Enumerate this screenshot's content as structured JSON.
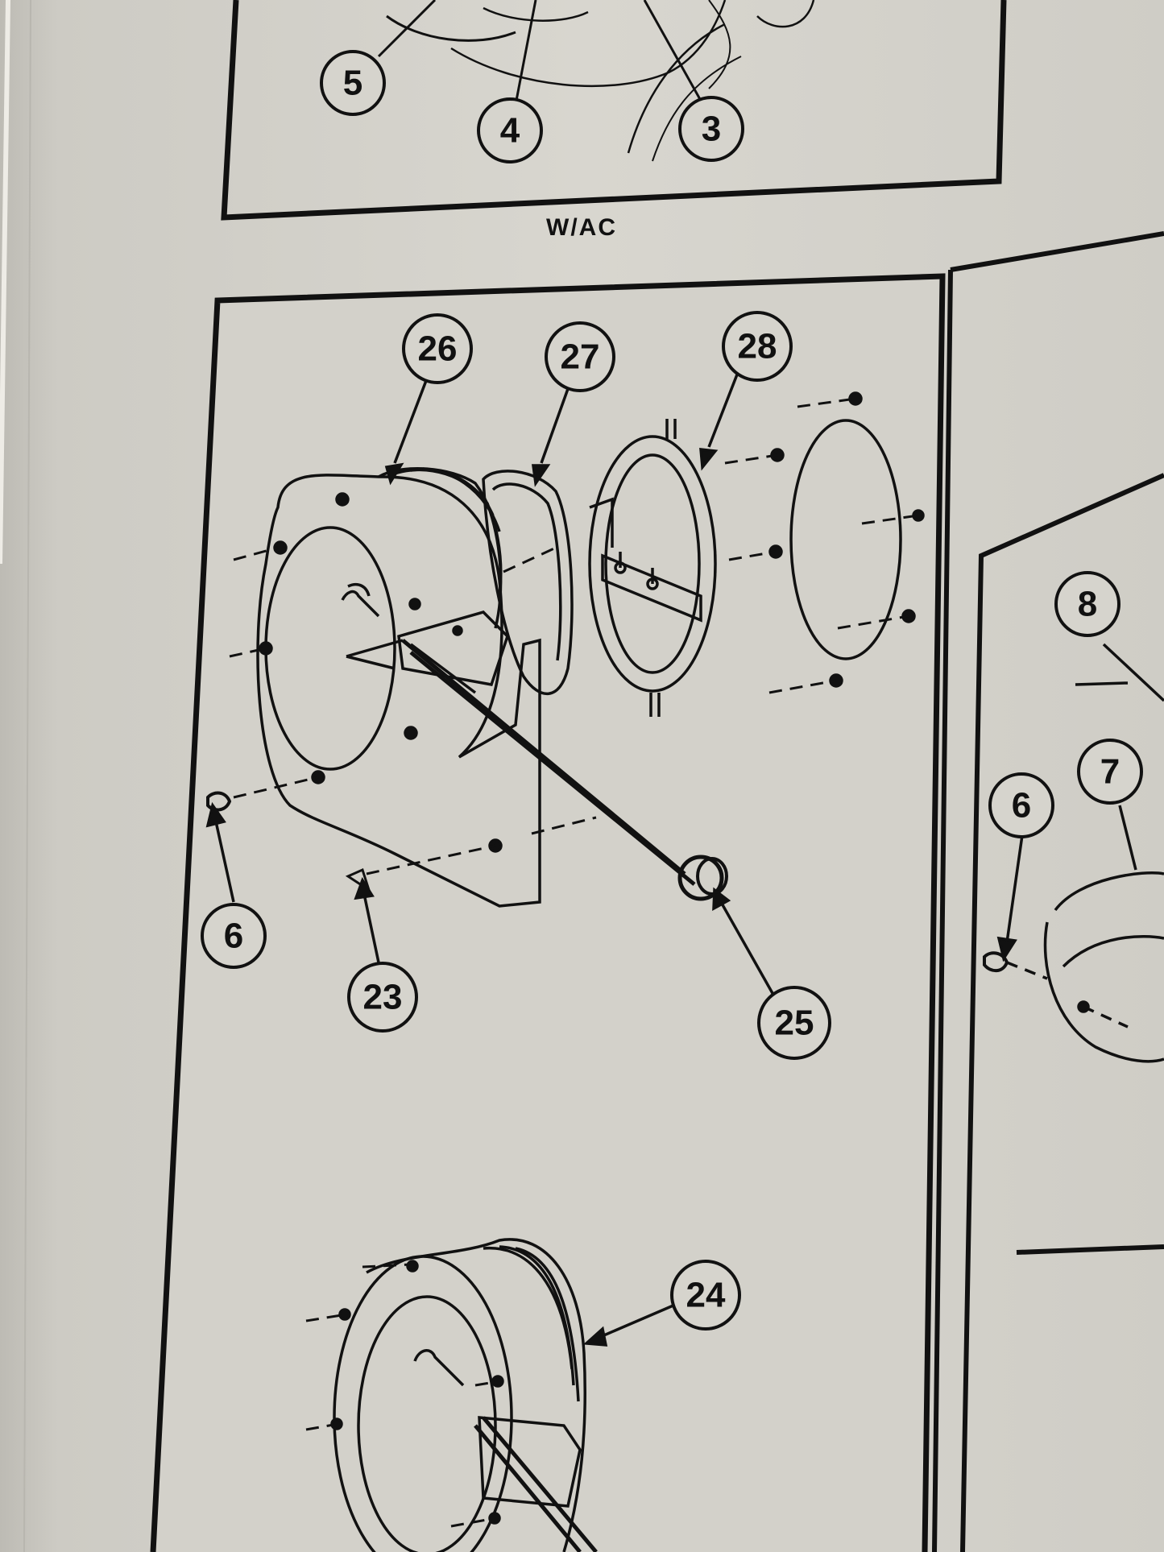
{
  "figure": {
    "caption": "W/AC",
    "callouts": {
      "top_5": "5",
      "top_4": "4",
      "top_3": "3",
      "c26": "26",
      "c27": "27",
      "c28": "28",
      "c6_left": "6",
      "c23": "23",
      "c25": "25",
      "c24": "24",
      "c8": "8",
      "c7": "7",
      "c6_right": "6"
    }
  },
  "colors": {
    "paper": "#cfcdc6",
    "panel_paper": "#d6d4cd",
    "ink": "#111111"
  }
}
